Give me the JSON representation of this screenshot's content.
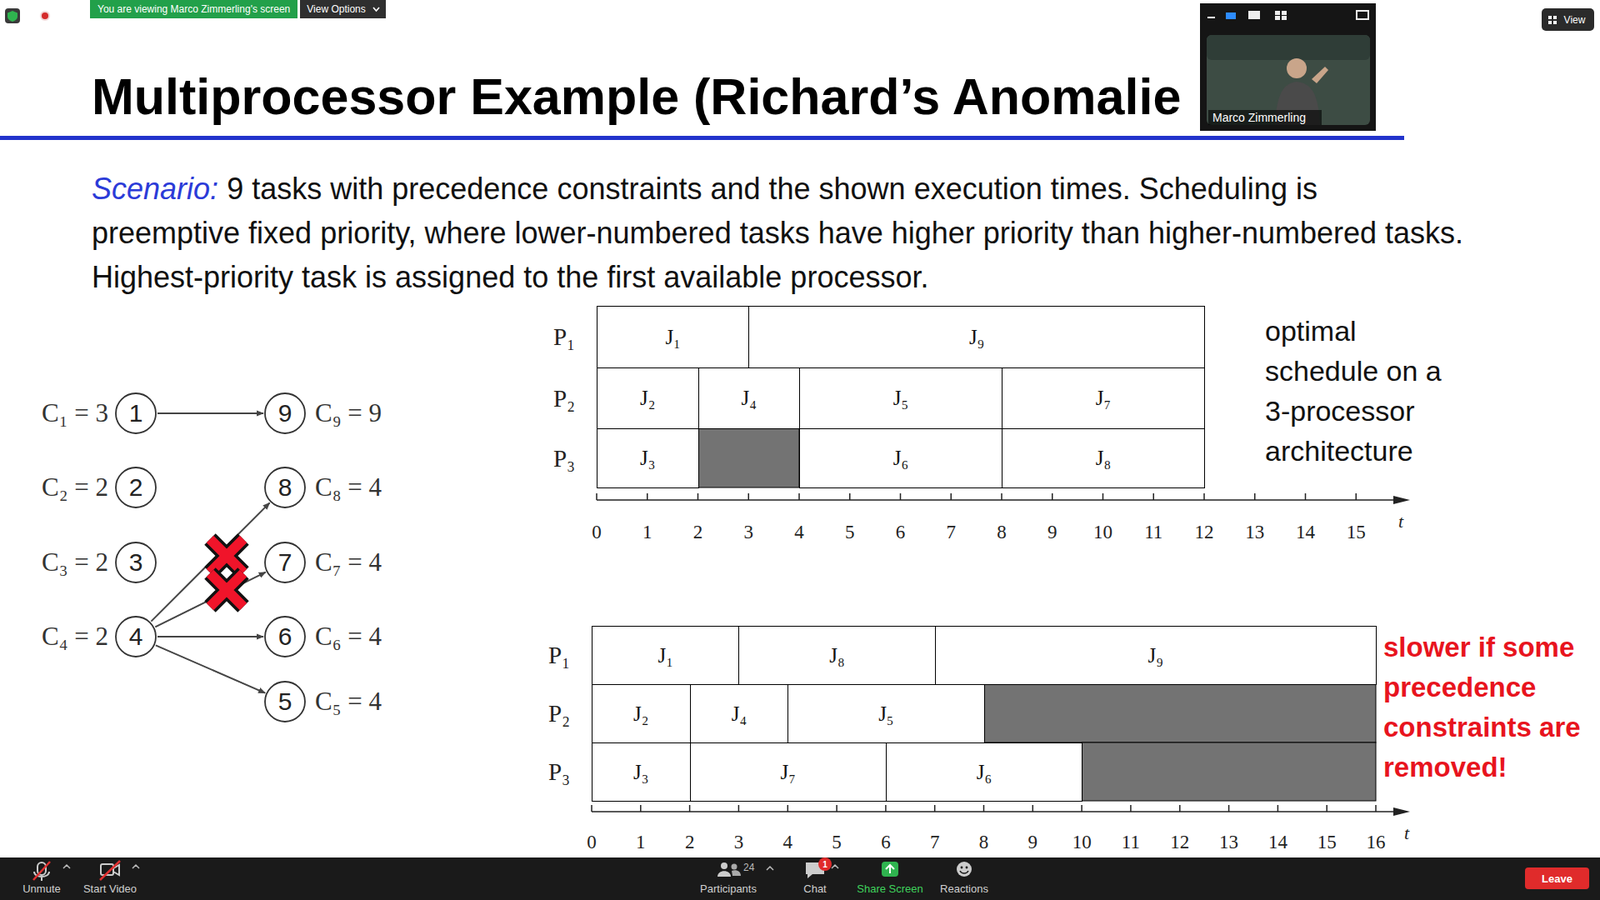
{
  "diagram": {
    "title": "Multiprocessor Example (Richard’s Anomalie",
    "nodes": [
      {
        "text": [
          "You are viewing Marco Zimmerling's screen"
        ]
      },
      {
        "text": [
          "View Options"
        ]
      },
      {
        "text": [
          "View"
        ]
      },
      {
        "text": [
          "1"
        ]
      },
      {
        "text": [
          "9"
        ]
      },
      {
        "text": [
          "2"
        ]
      },
      {
        "text": [
          "8"
        ]
      },
      {
        "text": [
          "3"
        ]
      },
      {
        "text": [
          "7"
        ]
      },
      {
        "text": [
          "4"
        ]
      },
      {
        "text": [
          "6"
        ]
      },
      {
        "text": [
          "5"
        ]
      },
      {
        "text": [
          "J₁"
        ]
      },
      {
        "text": [
          "J₉"
        ]
      },
      {
        "text": [
          "J₂"
        ]
      },
      {
        "text": [
          "J₄"
        ]
      },
      {
        "text": [
          "J₅"
        ]
      },
      {
        "text": [
          "J₇"
        ]
      },
      {
        "text": [
          "J₃"
        ]
      },
      {
        "text": [
          "J₆"
        ]
      },
      {
        "text": [
          "J₈"
        ]
      },
      {
        "text": [
          "J₁"
        ]
      },
      {
        "text": [
          "J₈"
        ]
      },
      {
        "text": [
          "J₉"
        ]
      },
      {
        "text": [
          "J₂"
        ]
      },
      {
        "text": [
          "J₄"
        ]
      },
      {
        "text": [
          "J₅"
        ]
      },
      {
        "text": [
          "J₃"
        ]
      },
      {
        "text": [
          "J₇"
        ]
      },
      {
        "text": [
          "J₆"
        ]
      },
      {
        "text": [
          "Leave"
        ]
      }
    ],
    "edges": [
      {
        "from": 3,
        "to": 4,
        "arrow": "to"
      },
      {
        "from": 9,
        "to": 6,
        "arrow": "to"
      },
      {
        "from": 9,
        "to": 8,
        "arrow": "to"
      },
      {
        "from": 9,
        "to": 10,
        "arrow": "to"
      },
      {
        "from": 9,
        "to": 11,
        "arrow": "to"
      }
    ],
    "labels": [
      "Marco Zimmerling",
      "Scenario:",
      "9 tasks with precedence constraints and the shown execution times. Scheduling is preemptive fixed priority, where lower-numbered tasks have higher priority than higher-numbered tasks. Highest-priority task is assigned to the first available processor.",
      "C₁ = 3",
      "C₉ = 9",
      "C₂ = 2",
      "C₈ = 4",
      "C₃ = 2",
      "C₇ = 4",
      "C₄ = 2",
      "C₆ = 4",
      "C₅ = 4",
      "P₁",
      "P₂",
      "P₃",
      "optimal schedule on a 3-processor architecture",
      "0",
      "1",
      "2",
      "3",
      "4",
      "5",
      "6",
      "7",
      "8",
      "9",
      "10",
      "11",
      "12",
      "13",
      "14",
      "15",
      "t",
      "P₁",
      "P₂",
      "P₃",
      "slower if some precedence constraints are removed!",
      "0",
      "1",
      "2",
      "3",
      "4",
      "5",
      "6",
      "7",
      "8",
      "9",
      "10",
      "11",
      "12",
      "13",
      "14",
      "15",
      "16",
      "t",
      "Unmute",
      "Start Video",
      "24",
      "Participants",
      "1",
      "Chat",
      "Share Screen",
      "Reactions"
    ]
  }
}
